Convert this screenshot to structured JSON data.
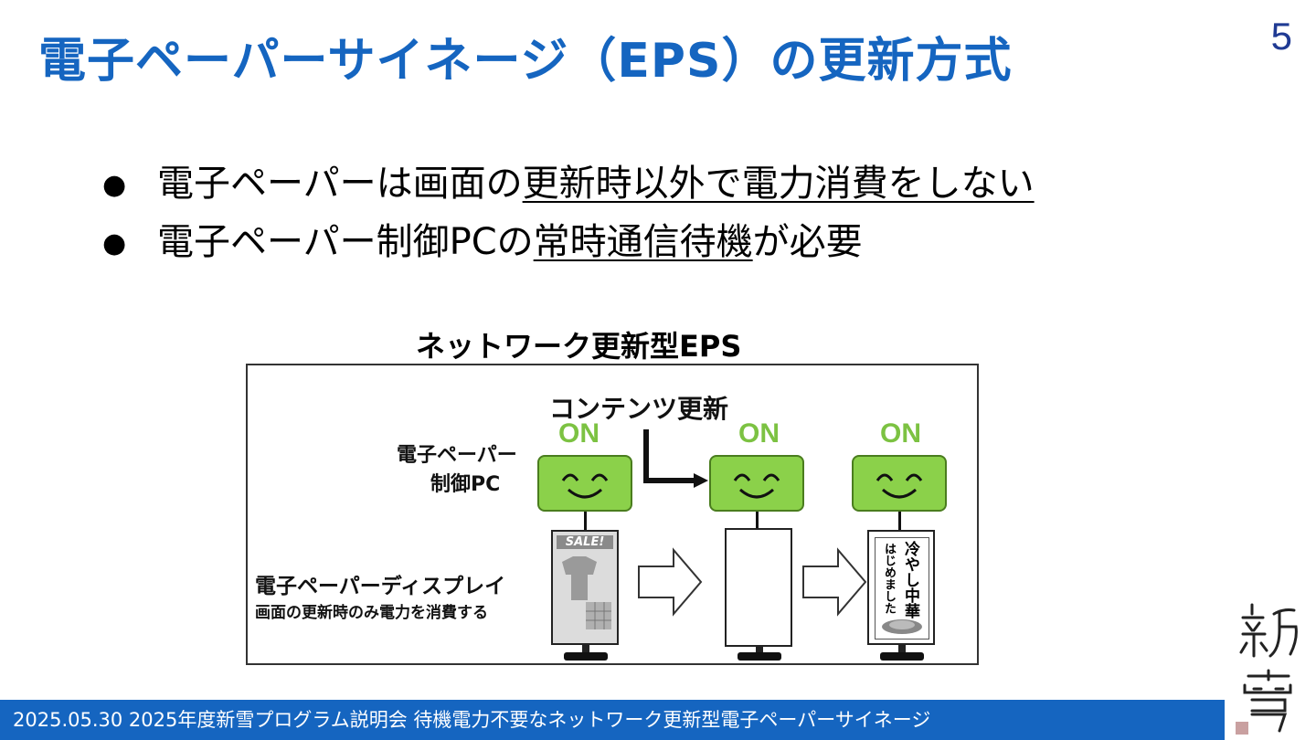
{
  "slide": {
    "title": "電子ペーパーサイネージ（EPS）の更新方式",
    "page_number": "5"
  },
  "bullets": [
    {
      "pre": "電子ペーパーは画面の",
      "u": "更新時以外で電力消費をしない",
      "post": ""
    },
    {
      "pre": "電子ペーパー制御PCの",
      "u": "常時通信待機",
      "post": "が必要"
    }
  ],
  "figure": {
    "title": "ネットワーク更新型EPS",
    "content_update": "コンテンツ更新",
    "pc_label_1": "電子ペーパー",
    "pc_label_2": "制御PC",
    "on_label": "ON",
    "display_label": "電子ペーパーディスプレイ",
    "display_note": "画面の更新時のみ電力を消費する",
    "panel1_badge": "SALE!",
    "panel3_text_1": "冷やし中華",
    "panel3_text_2": "はじめました"
  },
  "footer": {
    "text": "2025.05.30 2025年度新雪プログラム説明会 待機電力不要なネットワーク更新型電子ペーパーサイネージ"
  },
  "logo": {
    "text": "新雪"
  },
  "colors": {
    "accent": "#1565c0",
    "on_green": "#7cc242",
    "pc_green": "#8bd14a"
  }
}
